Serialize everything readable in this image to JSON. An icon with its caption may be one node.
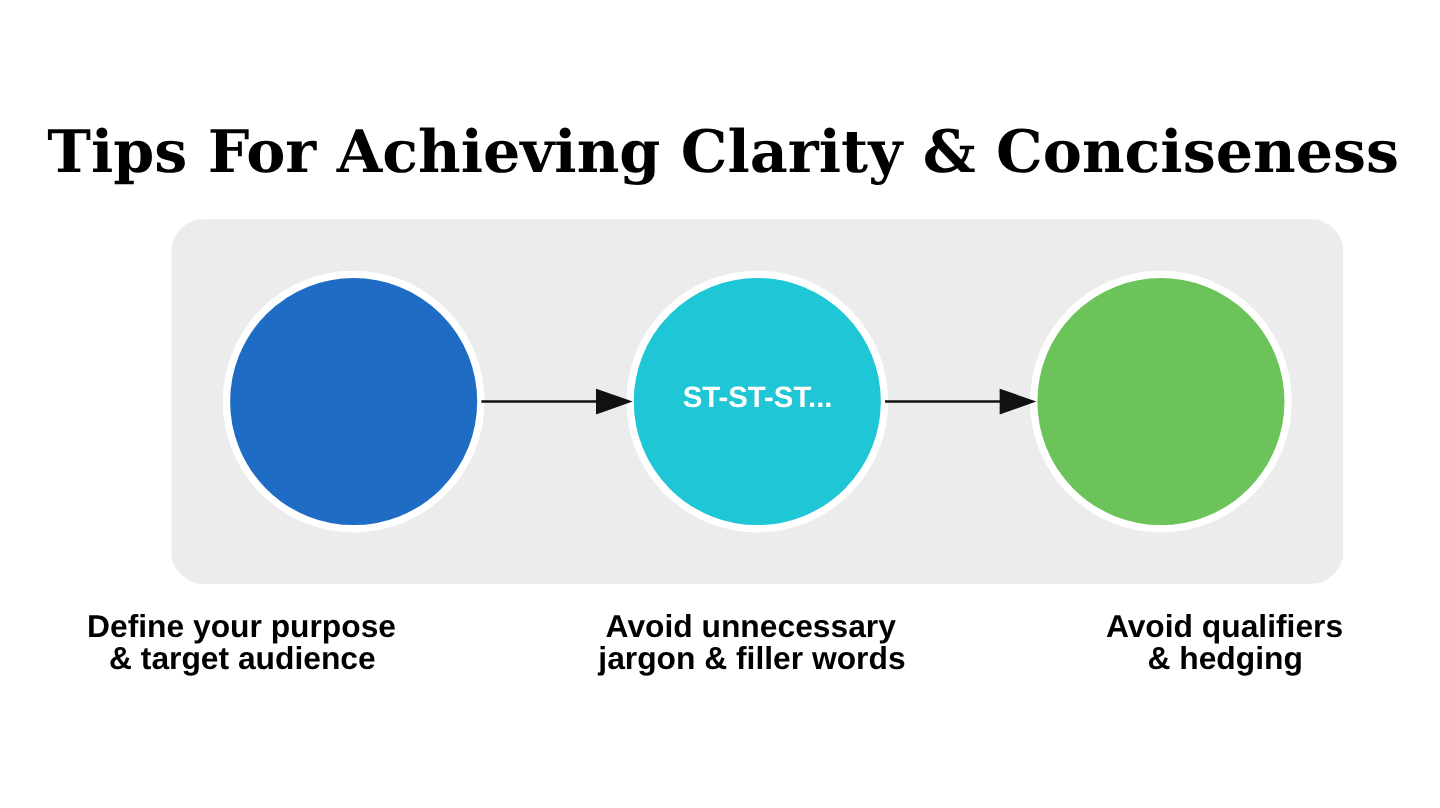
{
  "diagram": {
    "title": "Tips For Achieving Clarity & Conciseness",
    "nodes": [
      {
        "text": [],
        "shape": "band"
      },
      {
        "text": [],
        "shape": "circle",
        "in": 0,
        "beside": [
          "Define your purpose & target audience"
        ]
      },
      {
        "text": [
          "ST-ST-ST..."
        ],
        "in": 0,
        "beside": [
          "Avoid unnecessary jargon & filler words"
        ]
      },
      {
        "text": [],
        "shape": "circle",
        "in": 0,
        "beside": [
          "Avoid qualifiers & hedging"
        ]
      }
    ],
    "edges": [
      {
        "from": 1,
        "to": 2,
        "arrow": "to"
      },
      {
        "from": 2,
        "to": 3,
        "arrow": "to"
      }
    ]
  }
}
